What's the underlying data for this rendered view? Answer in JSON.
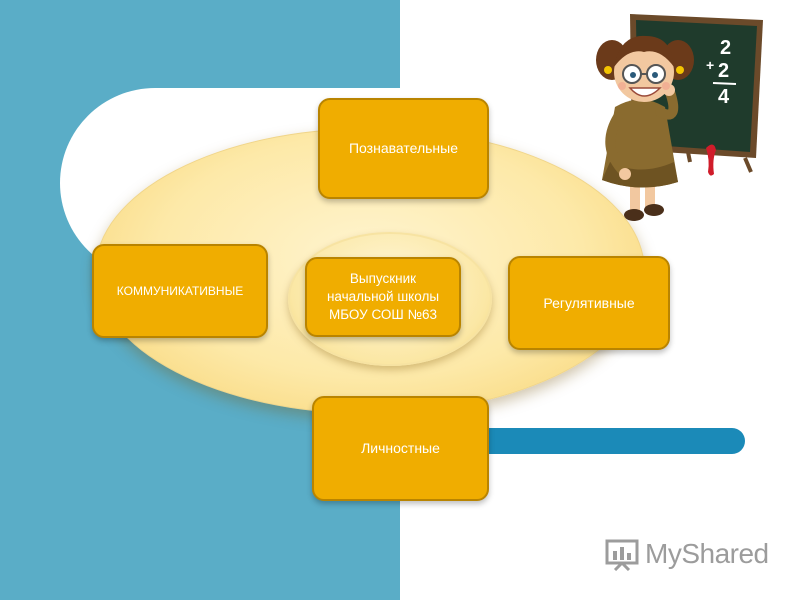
{
  "diagram": {
    "center": {
      "lines": [
        "Выпускник",
        "начальной школы",
        "МБОУ СОШ №63"
      ]
    },
    "nodes": {
      "cognitive": "Познавательные",
      "communicative": "КОММУНИКАТИВНЫЕ",
      "regulative": "Регулятивные",
      "personal": "Личностные"
    }
  },
  "chalkboard": {
    "top": "2",
    "plus": "+",
    "middle": "2",
    "bottom": "4"
  },
  "watermark": {
    "text": "MyShared"
  },
  "colors": {
    "left_panel": "#5aadc7",
    "node_fill": "#f0ad00",
    "node_border": "#b98400",
    "accent_bar": "#1b8ab8",
    "ellipse": "#fde9a8"
  }
}
